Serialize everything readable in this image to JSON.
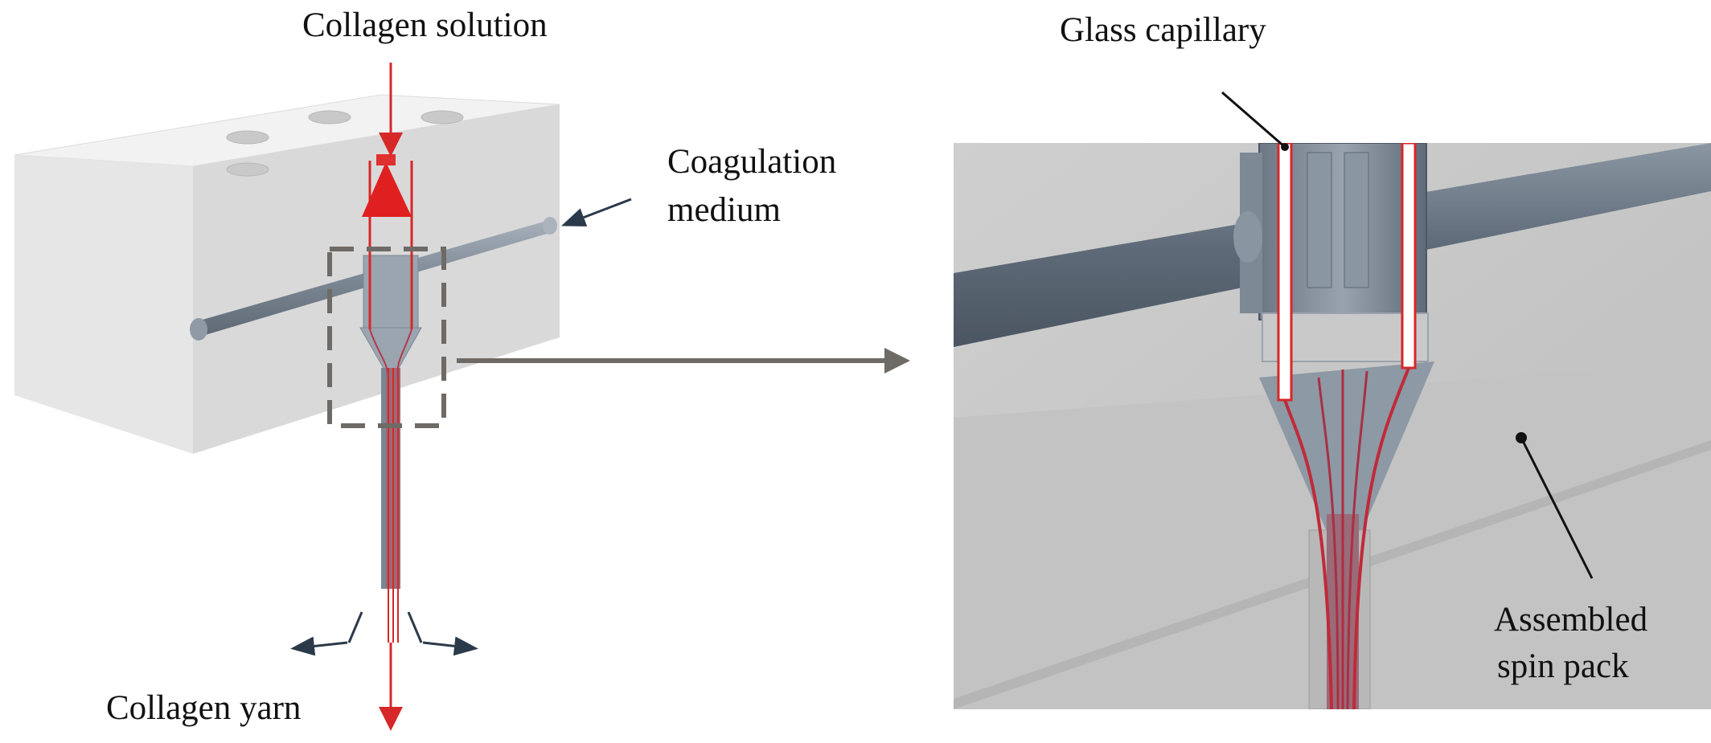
{
  "labels": {
    "collagen_solution": "Collagen solution",
    "coagulation_medium_line1": "Coagulation",
    "coagulation_medium_line2": "medium",
    "collagen_yarn": "Collagen yarn",
    "glass_capillary": "Glass capillary",
    "assembled_spin_pack_line1": "Assembled",
    "assembled_spin_pack_line2": "spin pack"
  },
  "colors": {
    "block_top": "#f2f2f2",
    "block_front": "#e3e3e3",
    "block_side": "#cfcfcf",
    "channel": "#8f9aa6",
    "collagen_red": "#d62828",
    "arrow_dark": "#2b3a4a",
    "zoom_box": "#6e6a66",
    "zoom_bg": "#c6c6c6"
  }
}
